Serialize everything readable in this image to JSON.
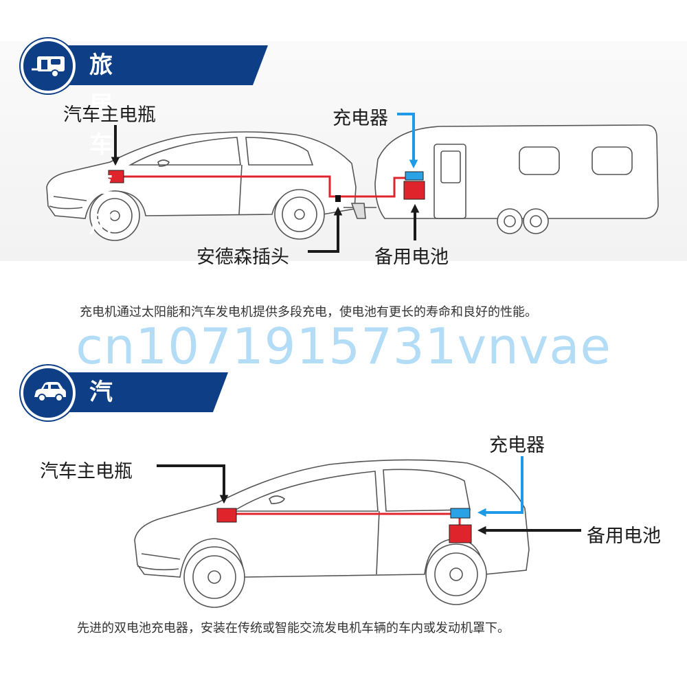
{
  "section_rv": {
    "title": "旅居车应用",
    "icon": "caravan-icon",
    "labels": {
      "main_battery": "汽车主电瓶",
      "charger": "充电器",
      "anderson_plug": "安德森插头",
      "backup_battery": "备用电池"
    },
    "caption": "充电机通过太阳能和汽车发电机提供多段充电，使电池有更长的寿命和良好的性能。"
  },
  "watermark": "cn1071915731vnvae",
  "section_car": {
    "title": "汽车应用",
    "icon": "car-icon",
    "labels": {
      "main_battery": "汽车主电瓶",
      "charger": "充电器",
      "backup_battery": "备用电池"
    },
    "caption": "先进的双电池充电器，安装在传统或智能交流发电机车辆的车内或发动机罩下。"
  },
  "colors": {
    "banner": "#0e3f86",
    "wire": "#e0242c",
    "battery": "#e0242c",
    "charger": "#2aa3e6",
    "blue_arrow": "#1e9be6",
    "black_arrow": "#1a1a1a",
    "watermark": "#b3dcf6"
  }
}
